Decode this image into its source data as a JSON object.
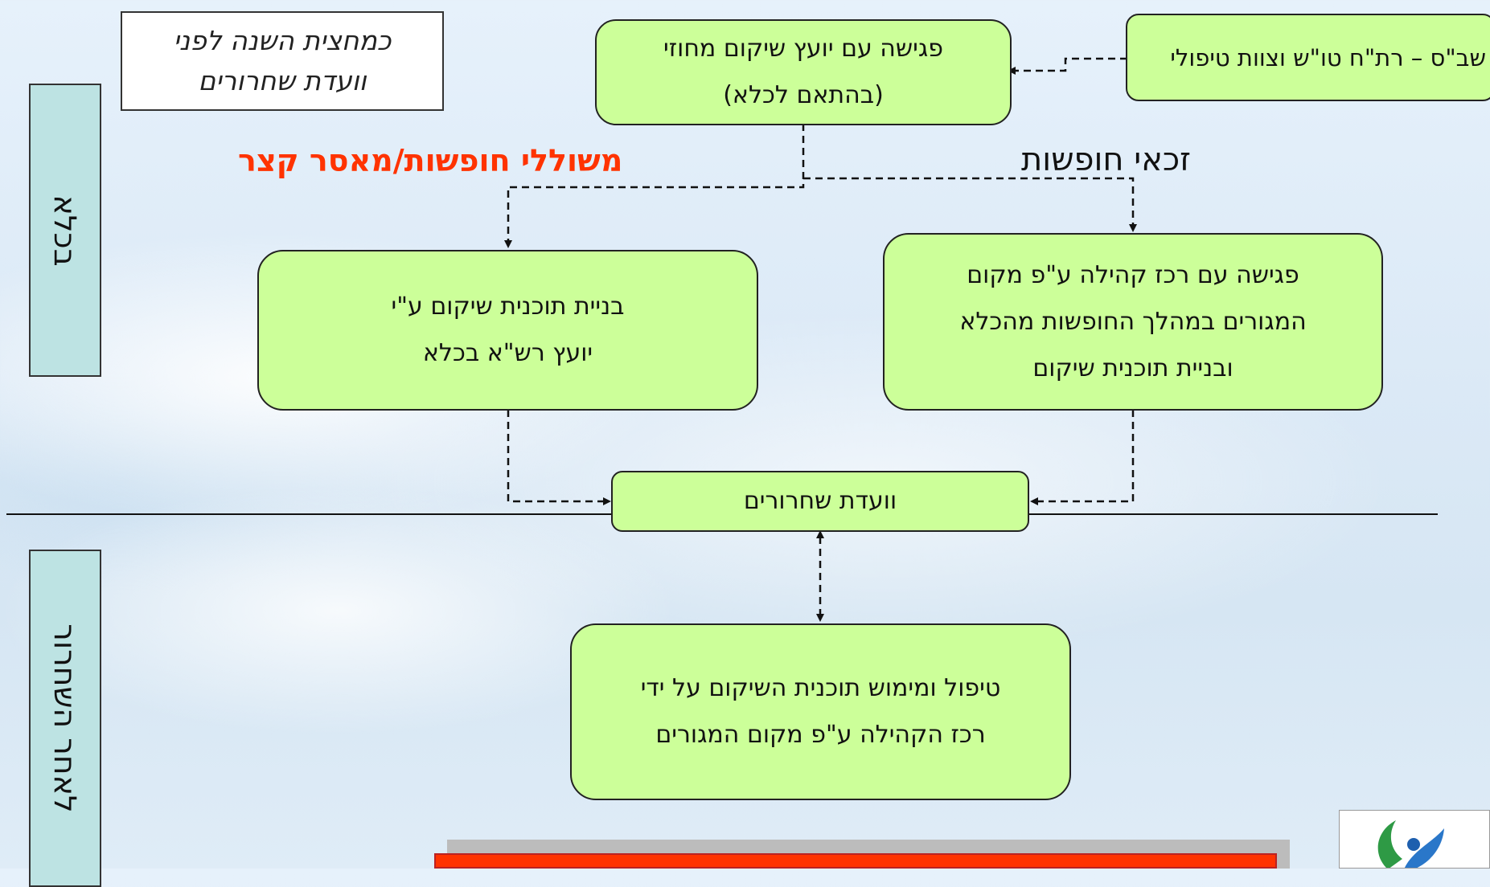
{
  "note": {
    "text": "כמחצית השנה לפני\nוועדת שחרורים"
  },
  "side_labels": {
    "top": "בכלא",
    "bottom": "לאחר השחרור"
  },
  "boxes": {
    "top_right": "שב\"ס – רת\"ח טו\"ש וצוות טיפולי",
    "meeting_consultant": "פגישה עם יועץ שיקום מחוזי\n(בהתאם לכלא)",
    "build_plan": "בניית תוכנית שיקום ע\"י\nיועץ רש\"א בכלא",
    "community_meeting": "פגישה עם רכז קהילה ע\"פ מקום\nהמגורים במהלך החופשות מהכלא\nובניית תוכנית שיקום",
    "release_committee": "וועדת שחרורים",
    "treatment": "טיפול ומימוש תוכנית השיקום על ידי\nרכז הקהילה ע\"פ מקום המגורים"
  },
  "branch_labels": {
    "excluded": "משוללי חופשות/מאסר קצר",
    "eligible": "זכאי חופשות"
  },
  "colors": {
    "box_fill": "#ccff99",
    "side_fill": "#bde3e3",
    "accent_red": "#ff3300"
  }
}
